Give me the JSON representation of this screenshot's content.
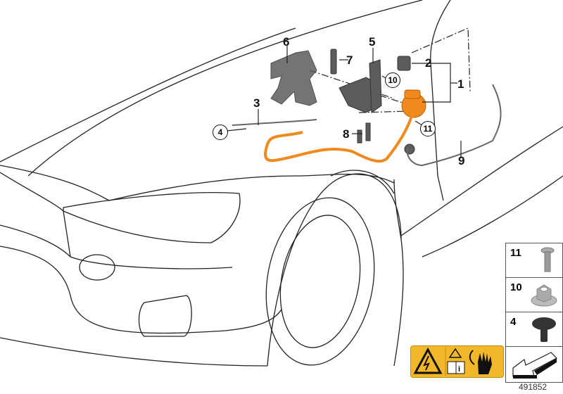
{
  "diagram": {
    "callouts": {
      "p1": "1",
      "p2": "2",
      "p3": "3",
      "p4": "4",
      "p5": "5",
      "p6": "6",
      "p7": "7",
      "p8": "8",
      "p9": "9",
      "p10": "10",
      "p11": "11"
    },
    "legend": [
      {
        "num": "11",
        "icon": "screw-icon"
      },
      {
        "num": "10",
        "icon": "flange-nut-icon"
      },
      {
        "num": "4",
        "icon": "plastic-rivet-icon"
      }
    ],
    "warning_icons": [
      "high-voltage-warning-icon",
      "read-manual-icon",
      "insulated-glove-icon"
    ],
    "image_number": "491852",
    "colors": {
      "cable": "#f08a1e",
      "part": "#5a5a5a",
      "warning": "#f3b82a"
    }
  }
}
